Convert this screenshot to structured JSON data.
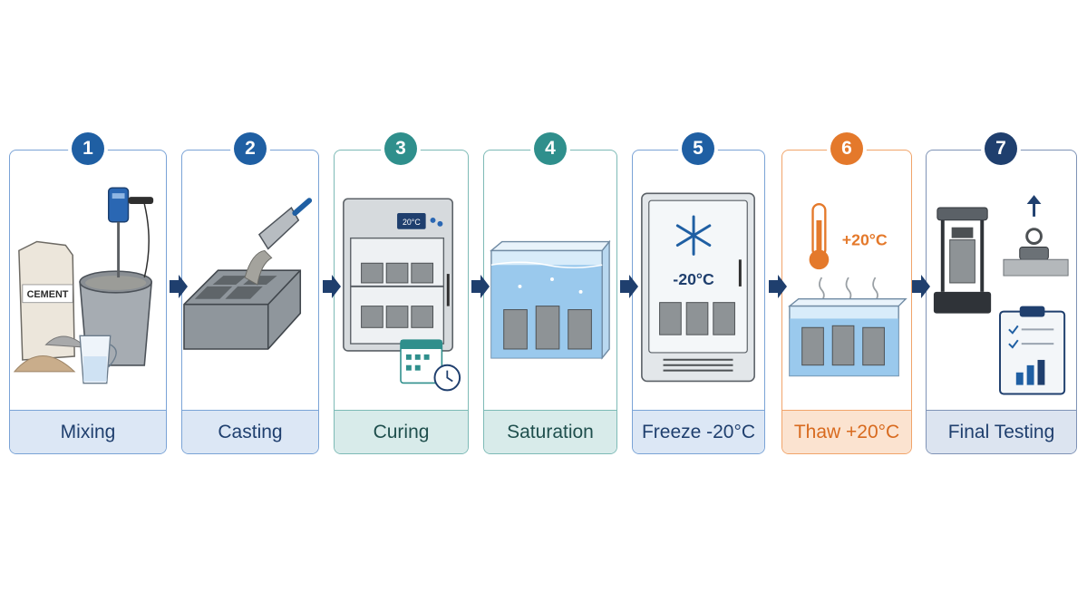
{
  "steps": [
    {
      "number": "1",
      "label": "Mixing",
      "color": "#1f5fa3",
      "label_bg": "#dce7f5"
    },
    {
      "number": "2",
      "label": "Casting",
      "color": "#1f5fa3",
      "label_bg": "#dce7f5"
    },
    {
      "number": "3",
      "label": "Curing",
      "color": "#2f8f8c",
      "label_bg": "#d8ebea"
    },
    {
      "number": "4",
      "label": "Saturation",
      "color": "#2f8f8c",
      "label_bg": "#d8ebea"
    },
    {
      "number": "5",
      "label": "Freeze -20°C",
      "color": "#1f5fa3",
      "label_bg": "#dce7f5"
    },
    {
      "number": "6",
      "label": "Thaw +20°C",
      "color": "#e4792b",
      "label_bg": "#fbe3d0"
    },
    {
      "number": "7",
      "label": "Final Testing",
      "color": "#1f3f6e",
      "label_bg": "#dce4f0"
    }
  ],
  "illustrations": {
    "mixing_bag_text": "CEMENT",
    "curing_display": "20°C",
    "freeze_temp": "-20°C",
    "thaw_temp": "+20°C"
  },
  "colors": {
    "arrow": "#1f3f6e",
    "water": "#8fc3ea",
    "concrete": "#9a9fa3",
    "orange": "#e4792b",
    "blue": "#1f5fa3"
  }
}
